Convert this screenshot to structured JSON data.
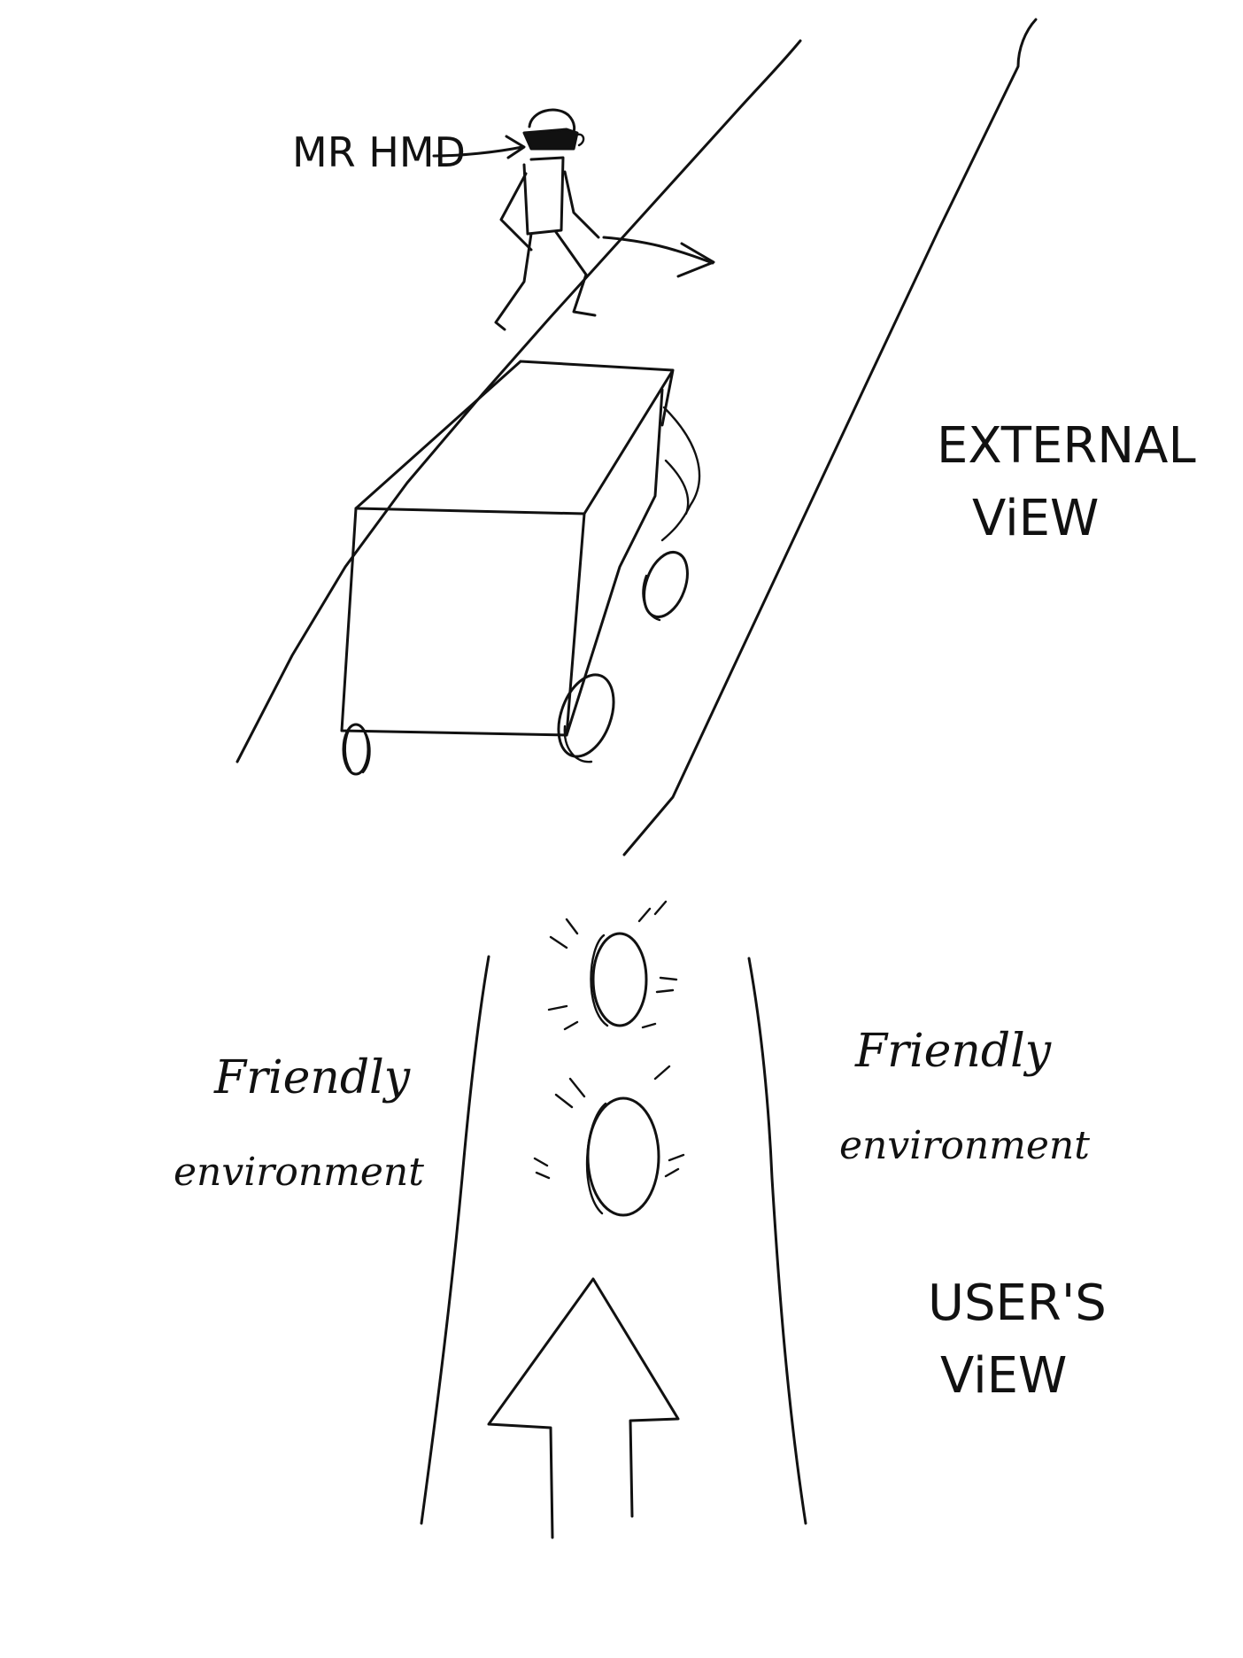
{
  "external_view_label": [
    "EXTERNAL",
    "ViEW"
  ],
  "users_view_label": [
    "USER'S",
    "ViEW"
  ],
  "hmd_label": "MR HMD",
  "friendly_left": [
    "Friendly",
    "environment"
  ],
  "friendly_right": [
    "Friendly",
    "environment"
  ]
}
